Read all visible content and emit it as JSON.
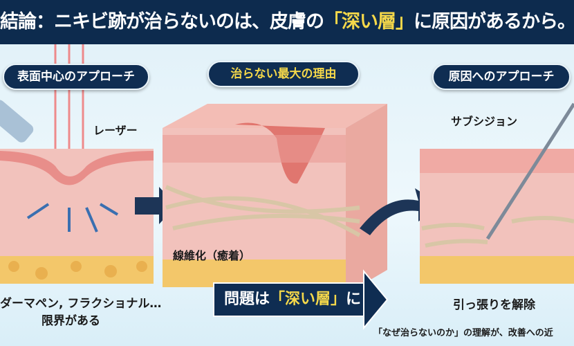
{
  "header": {
    "title_prefix": "結論：ニキビ跡が治らないのは、皮膚の",
    "title_highlight": "「深い層」",
    "title_suffix": "に原因があるから。"
  },
  "panels": {
    "left": {
      "pill": "表面中心のアプローチ",
      "callout": "レーザー",
      "caption_line1": "ダーマペン, フラクショナル…",
      "caption_line2": "限界がある"
    },
    "center": {
      "pill": "治らない最大の理由",
      "callout": "線維化（癒着）",
      "banner_prefix": "問題は",
      "banner_highlight": "「深い層」",
      "banner_suffix": "に"
    },
    "right": {
      "pill": "原因へのアプローチ",
      "callout": "サブシジョン",
      "caption": "引っ張りを解除"
    }
  },
  "footer_note": "「なぜ治らないのか」の理解が、改善への近",
  "colors": {
    "navy": "#0f2d52",
    "highlight": "#f5d84a",
    "skin": "#f2b8b0",
    "fat": "#f3c76a"
  }
}
